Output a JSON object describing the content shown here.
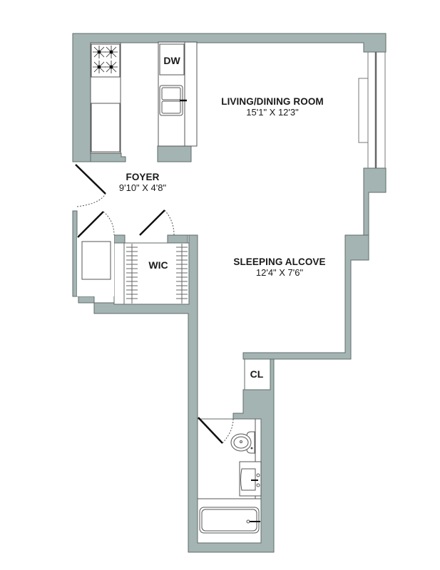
{
  "plan": {
    "colors": {
      "wall": "#a3b4b2",
      "wall_stroke": "#5f6b6a",
      "fixture_stroke": "#555555",
      "door": "#111111",
      "background": "#ffffff"
    },
    "rooms": [
      {
        "name": "LIVING/DINING ROOM",
        "dims": "15'1\" X 12'3\""
      },
      {
        "name": "FOYER",
        "dims": "9'10\" X 4'8\""
      },
      {
        "name": "SLEEPING ALCOVE",
        "dims": "12'4\" X 7'6\""
      }
    ],
    "tags": {
      "dishwasher": "DW",
      "walk_in_closet": "WIC",
      "closet": "CL"
    }
  }
}
